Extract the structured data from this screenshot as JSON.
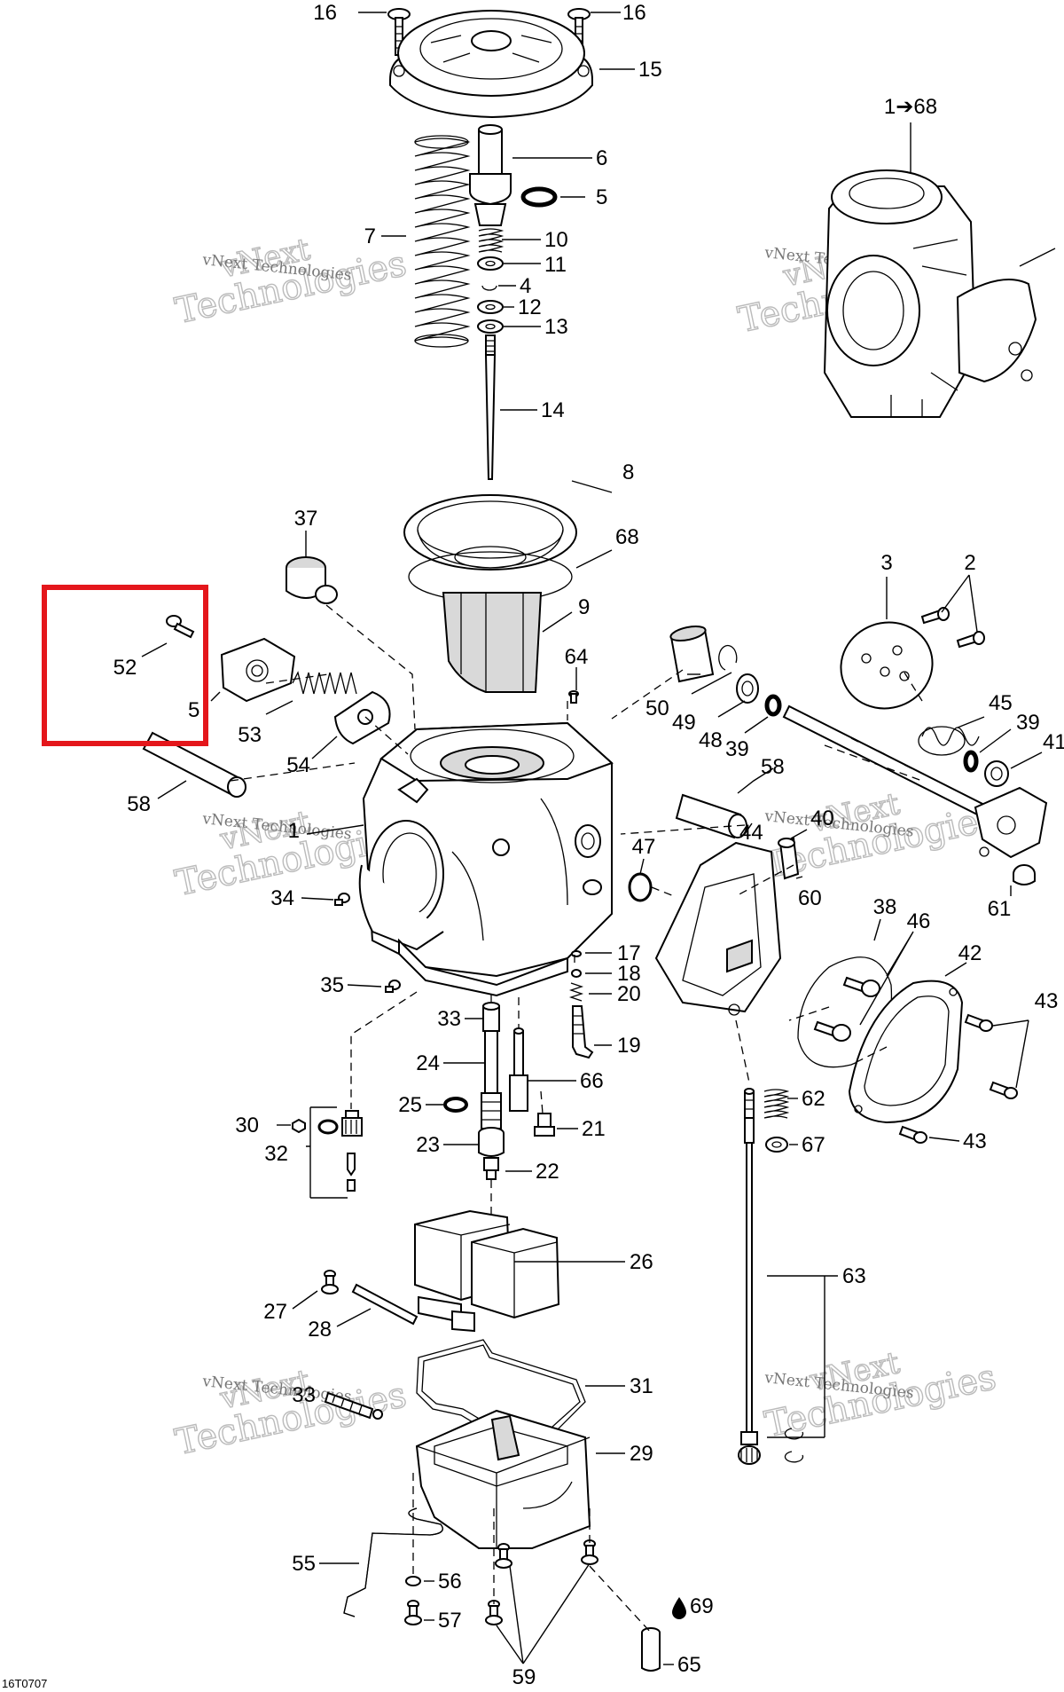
{
  "diagram": {
    "code": "16T0707",
    "assembly_label": "1➔68",
    "supply_label": "69",
    "watermark": {
      "line1": "vNext",
      "line2": "Technologies",
      "small": "vNext Technologies"
    },
    "highlight_color": "#e4161b",
    "labels": [
      {
        "id": "16a",
        "text": "16"
      },
      {
        "id": "16b",
        "text": "16"
      },
      {
        "id": "15",
        "text": "15"
      },
      {
        "id": "6",
        "text": "6"
      },
      {
        "id": "5a",
        "text": "5"
      },
      {
        "id": "7",
        "text": "7"
      },
      {
        "id": "10",
        "text": "10"
      },
      {
        "id": "11",
        "text": "11"
      },
      {
        "id": "4",
        "text": "4"
      },
      {
        "id": "12",
        "text": "12"
      },
      {
        "id": "13",
        "text": "13"
      },
      {
        "id": "14",
        "text": "14"
      },
      {
        "id": "8",
        "text": "8"
      },
      {
        "id": "68",
        "text": "68"
      },
      {
        "id": "9",
        "text": "9"
      },
      {
        "id": "37",
        "text": "37"
      },
      {
        "id": "52",
        "text": "52"
      },
      {
        "id": "5b",
        "text": "5"
      },
      {
        "id": "53",
        "text": "53"
      },
      {
        "id": "54",
        "text": "54"
      },
      {
        "id": "58a",
        "text": "58"
      },
      {
        "id": "64",
        "text": "64"
      },
      {
        "id": "1",
        "text": "1"
      },
      {
        "id": "34",
        "text": "34"
      },
      {
        "id": "35",
        "text": "35"
      },
      {
        "id": "3",
        "text": "3"
      },
      {
        "id": "2",
        "text": "2"
      },
      {
        "id": "45",
        "text": "45"
      },
      {
        "id": "39a",
        "text": "39"
      },
      {
        "id": "41",
        "text": "41"
      },
      {
        "id": "50",
        "text": "50"
      },
      {
        "id": "49",
        "text": "49"
      },
      {
        "id": "48",
        "text": "48"
      },
      {
        "id": "39b",
        "text": "39"
      },
      {
        "id": "58b",
        "text": "58"
      },
      {
        "id": "40",
        "text": "40"
      },
      {
        "id": "47",
        "text": "47"
      },
      {
        "id": "44",
        "text": "44"
      },
      {
        "id": "60",
        "text": "60"
      },
      {
        "id": "61",
        "text": "61"
      },
      {
        "id": "38",
        "text": "38"
      },
      {
        "id": "46",
        "text": "46"
      },
      {
        "id": "42",
        "text": "42"
      },
      {
        "id": "43a",
        "text": "43"
      },
      {
        "id": "43b",
        "text": "43"
      },
      {
        "id": "17",
        "text": "17"
      },
      {
        "id": "18",
        "text": "18"
      },
      {
        "id": "20",
        "text": "20"
      },
      {
        "id": "19",
        "text": "19"
      },
      {
        "id": "33a",
        "text": "33"
      },
      {
        "id": "24",
        "text": "24"
      },
      {
        "id": "66",
        "text": "66"
      },
      {
        "id": "25",
        "text": "25"
      },
      {
        "id": "21",
        "text": "21"
      },
      {
        "id": "23",
        "text": "23"
      },
      {
        "id": "22",
        "text": "22"
      },
      {
        "id": "30",
        "text": "30"
      },
      {
        "id": "32",
        "text": "32"
      },
      {
        "id": "62",
        "text": "62"
      },
      {
        "id": "67",
        "text": "67"
      },
      {
        "id": "26",
        "text": "26"
      },
      {
        "id": "63",
        "text": "63"
      },
      {
        "id": "27",
        "text": "27"
      },
      {
        "id": "28",
        "text": "28"
      },
      {
        "id": "31",
        "text": "31"
      },
      {
        "id": "33b",
        "text": "33"
      },
      {
        "id": "29",
        "text": "29"
      },
      {
        "id": "55",
        "text": "55"
      },
      {
        "id": "56",
        "text": "56"
      },
      {
        "id": "57",
        "text": "57"
      },
      {
        "id": "59",
        "text": "59"
      },
      {
        "id": "65",
        "text": "65"
      }
    ]
  }
}
